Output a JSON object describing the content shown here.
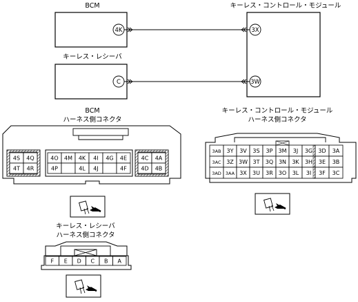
{
  "top": {
    "bcm_title": "BCM",
    "kcm_title": "キーレス・コントロール・モジュール",
    "receiver_title": "キーレス・レシーバ",
    "bcm_pin": "4K",
    "kcm_pin_upper": "3X",
    "receiver_pin": "C",
    "kcm_pin_lower": "3W"
  },
  "bcm_connector": {
    "title_line1": "BCM",
    "title_line2": "ハーネス側コネクタ",
    "left_pins": [
      [
        "4S",
        "4Q"
      ],
      [
        "4T",
        "4R"
      ]
    ],
    "middle_pins": [
      [
        "4O",
        "4M",
        "4K",
        "4I",
        "4G",
        "4E"
      ],
      [
        "4P",
        "",
        "4L",
        "4J",
        "",
        "4F"
      ]
    ],
    "right_pins": [
      [
        "4C",
        "4A"
      ],
      [
        "4D",
        "4B"
      ]
    ]
  },
  "kcm_connector": {
    "title_line1": "キーレス・コントロール・モジュール",
    "title_line2": "ハーネス側コネクタ",
    "pins": [
      [
        "3AB",
        "3Y",
        "3V",
        "3S",
        "3P",
        "3M",
        "3J",
        "3G",
        "3D",
        "3A"
      ],
      [
        "3AC",
        "3Z",
        "3W",
        "3T",
        "3Q",
        "3N",
        "3K",
        "3H",
        "3E",
        "3B"
      ],
      [
        "3AD",
        "3AA",
        "3X",
        "3U",
        "3R",
        "3O",
        "3L",
        "3I",
        "3F",
        "3C"
      ]
    ]
  },
  "receiver_connector": {
    "title_line1": "キーレス・レシーバ",
    "title_line2": "ハーネス側コネクタ",
    "pins": [
      "F",
      "E",
      "D",
      "C",
      "B",
      "A"
    ]
  }
}
